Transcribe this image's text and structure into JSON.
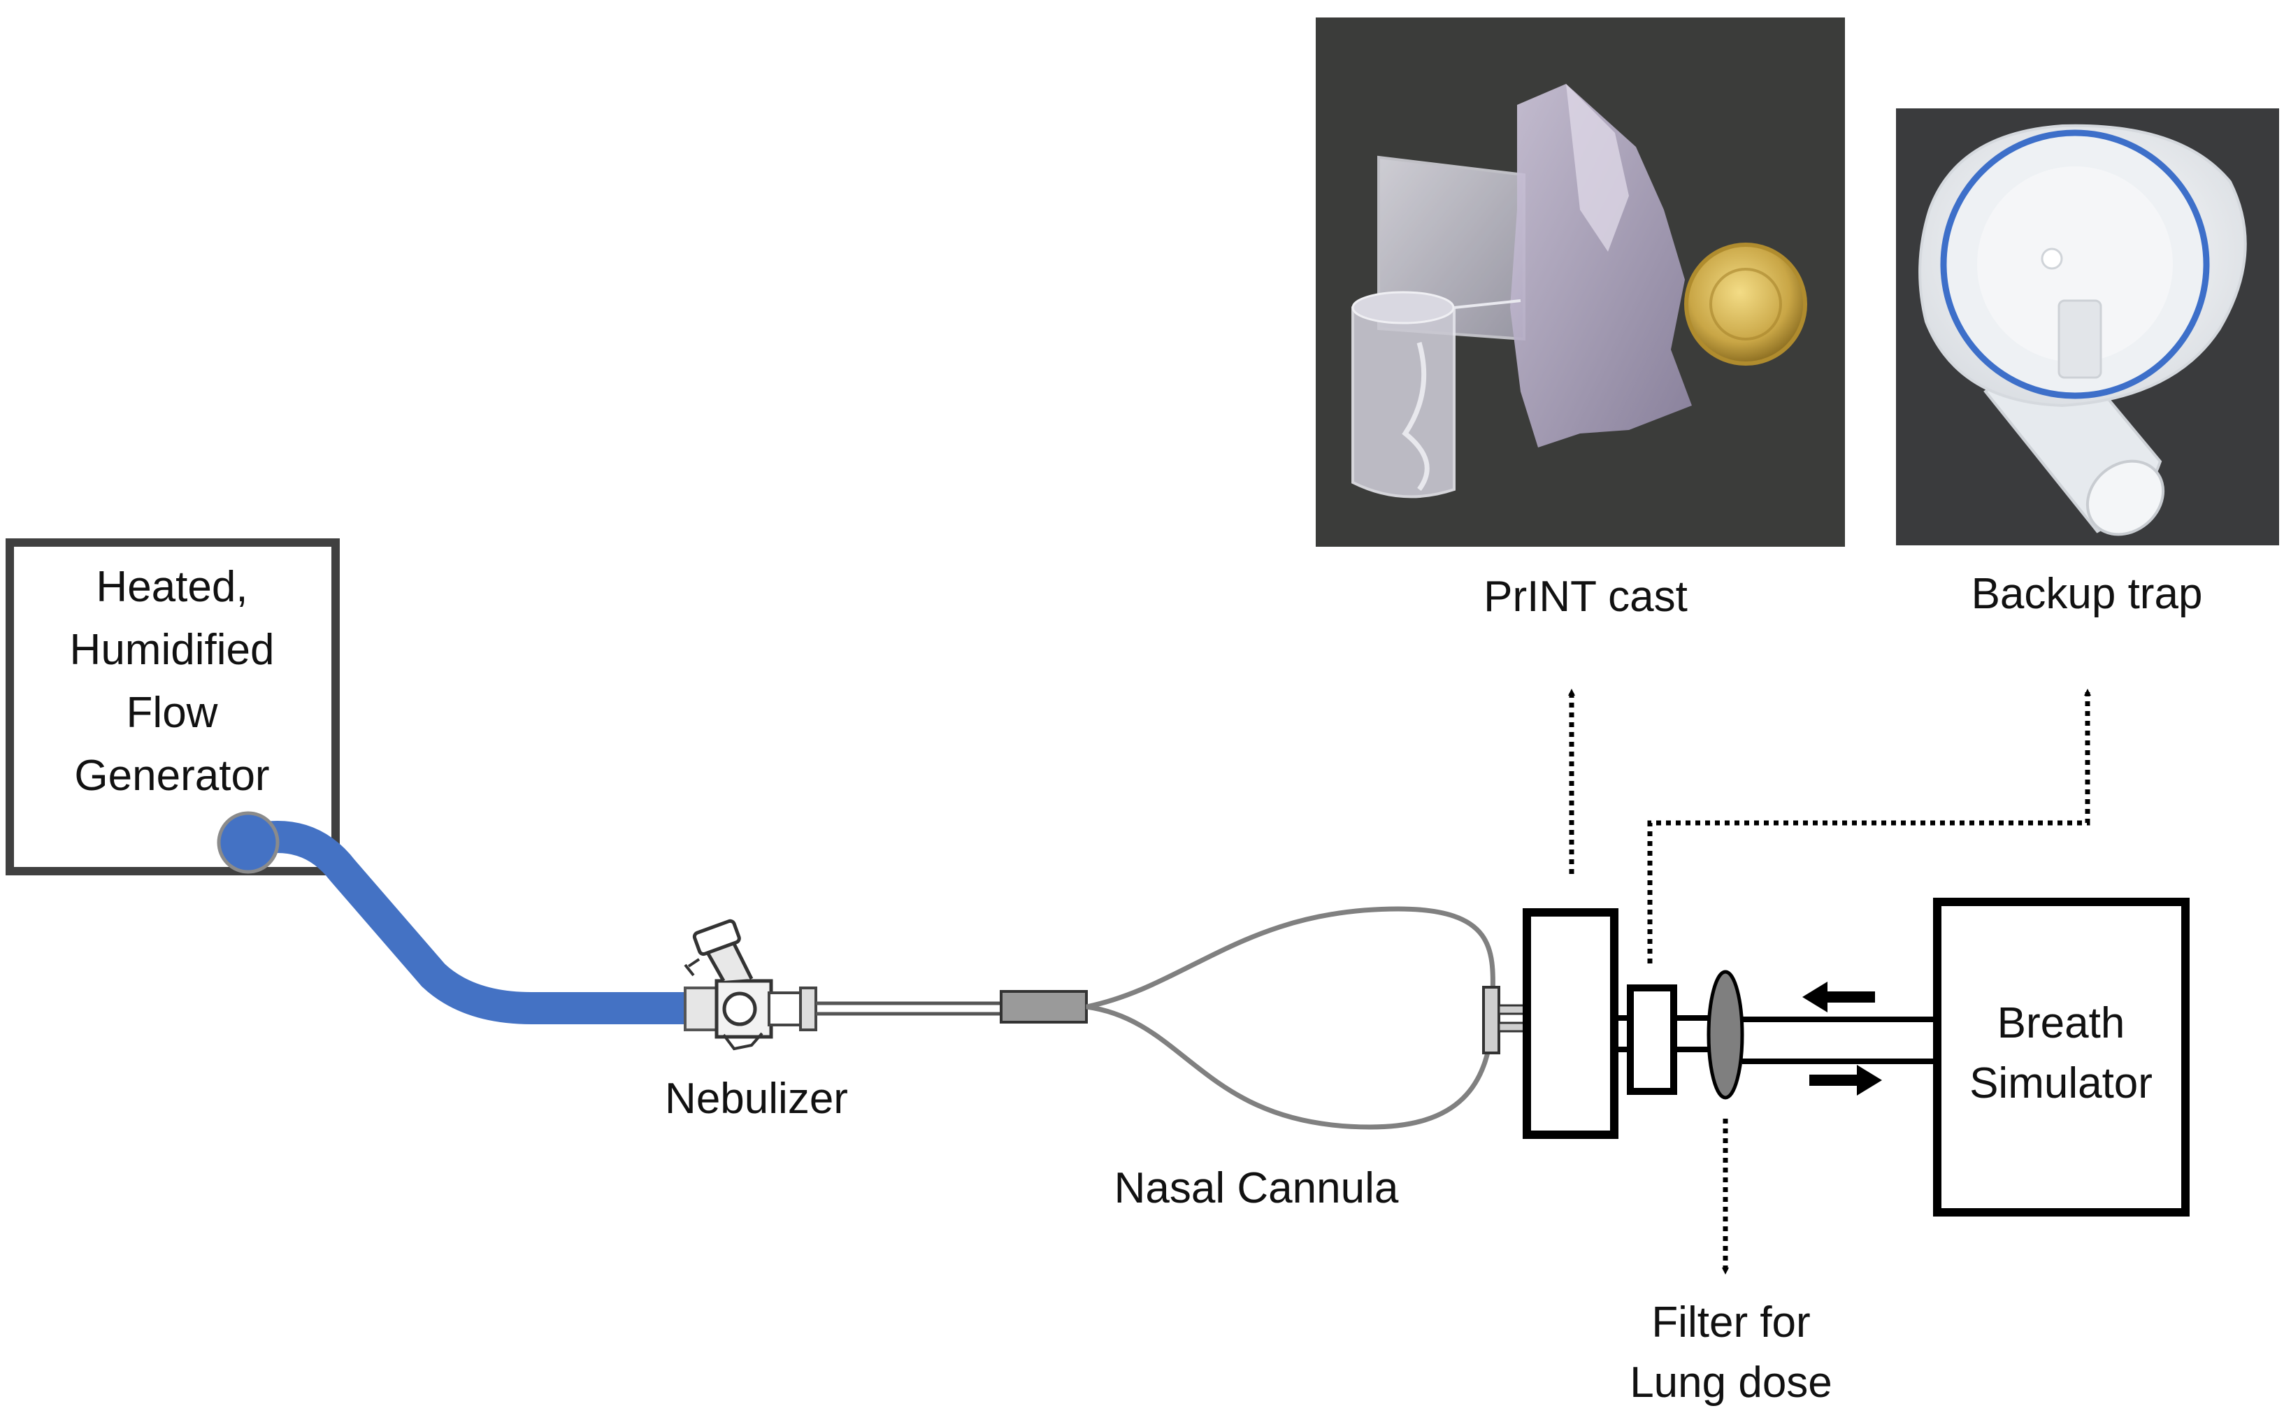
{
  "labels": {
    "generator": [
      "Heated,",
      "Humidified",
      "Flow",
      "Generator"
    ],
    "nebulizer": "Nebulizer",
    "cannula": "Nasal Cannula",
    "print_cast": "PrINT cast",
    "backup_trap": "Backup trap",
    "breath_simulator": [
      "Breath",
      "Simulator"
    ],
    "filter": [
      "Filter for",
      "Lung dose"
    ]
  },
  "colors": {
    "tube": "#4472c4",
    "stroke": "#222222",
    "cannula": "#808080",
    "photo_bg": "#3b3c3a",
    "filter_fill": "#7f7f7f"
  }
}
